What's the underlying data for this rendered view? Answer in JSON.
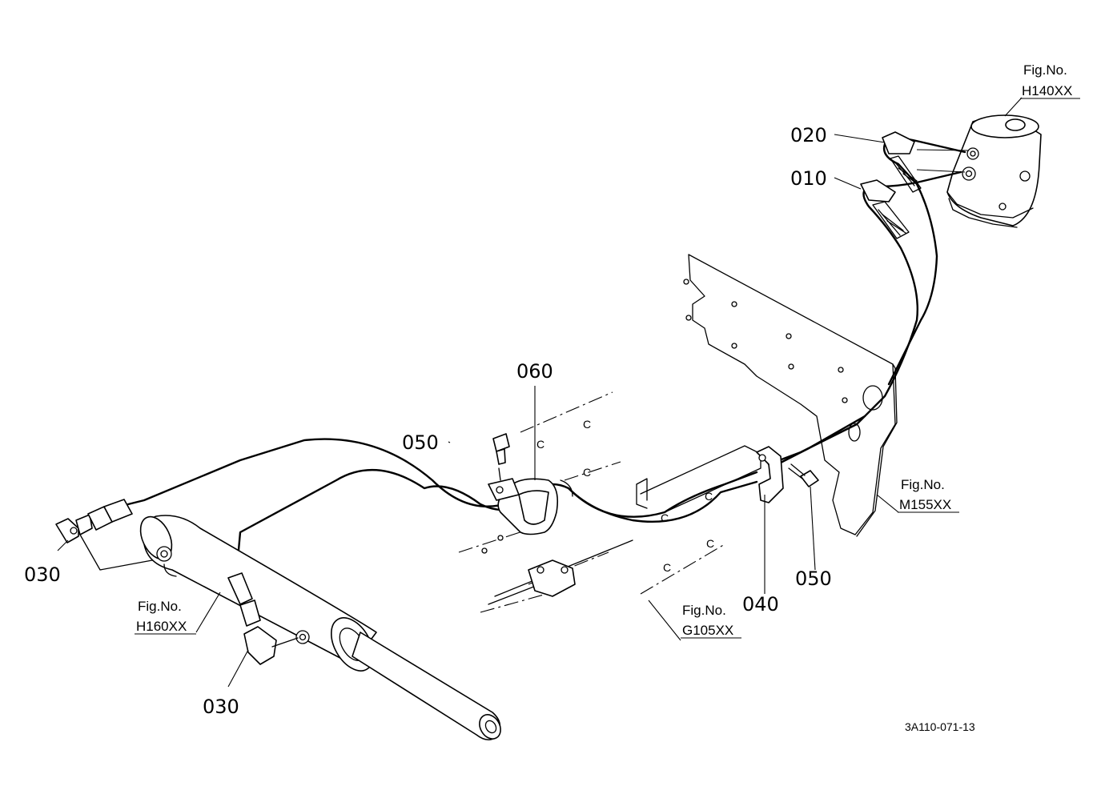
{
  "callouts": [
    {
      "id": "020",
      "label": "020"
    },
    {
      "id": "010",
      "label": "010"
    },
    {
      "id": "060",
      "label": "060"
    },
    {
      "id": "050a",
      "label": "050"
    },
    {
      "id": "050b",
      "label": "050"
    },
    {
      "id": "040",
      "label": "040"
    },
    {
      "id": "030a",
      "label": "030"
    },
    {
      "id": "030b",
      "label": "030"
    }
  ],
  "figure_refs": [
    {
      "id": "h140",
      "prefix": "Fig.No.",
      "code": "H140XX"
    },
    {
      "id": "m155",
      "prefix": "Fig.No.",
      "code": "M155XX"
    },
    {
      "id": "g105",
      "prefix": "Fig.No.",
      "code": "G105XX"
    },
    {
      "id": "h160",
      "prefix": "Fig.No.",
      "code": "H160XX"
    }
  ],
  "drawing_code": "3A110-071-13"
}
